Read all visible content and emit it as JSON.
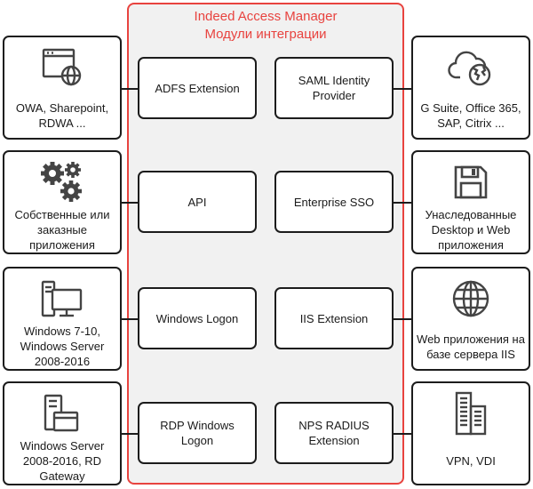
{
  "title": {
    "line1": "Indeed Access Manager",
    "line2": "Модули интеграции"
  },
  "modules": [
    [
      "ADFS Extension",
      "SAML Identity Provider"
    ],
    [
      "API",
      "Enterprise SSO"
    ],
    [
      "Windows Logon",
      "IIS Extension"
    ],
    [
      "RDP Windows Logon",
      "NPS RADIUS Extension"
    ]
  ],
  "left": [
    {
      "label": "OWA, Sharepoint, RDWA ...",
      "icon": "browser-globe-icon"
    },
    {
      "label": "Собственные или заказные приложения",
      "icon": "gears-icon"
    },
    {
      "label": "Windows 7-10, Windows Server 2008-2016",
      "icon": "desktop-computer-icon"
    },
    {
      "label": "Windows Server 2008-2016, RD Gateway",
      "icon": "server-window-icon"
    }
  ],
  "right": [
    {
      "label": "G Suite, Office 365, SAP, Citrix ...",
      "icon": "cloud-globe-icon"
    },
    {
      "label": "Унаследованные Desktop и Web приложения",
      "icon": "floppy-disk-icon"
    },
    {
      "label": "Web приложения на базе сервера IIS",
      "icon": "globe-icon"
    },
    {
      "label": "VPN, VDI",
      "icon": "buildings-icon"
    }
  ],
  "colors": {
    "accent": "#e8433f",
    "panel": "#f1f1f1",
    "icon": "#444444"
  }
}
